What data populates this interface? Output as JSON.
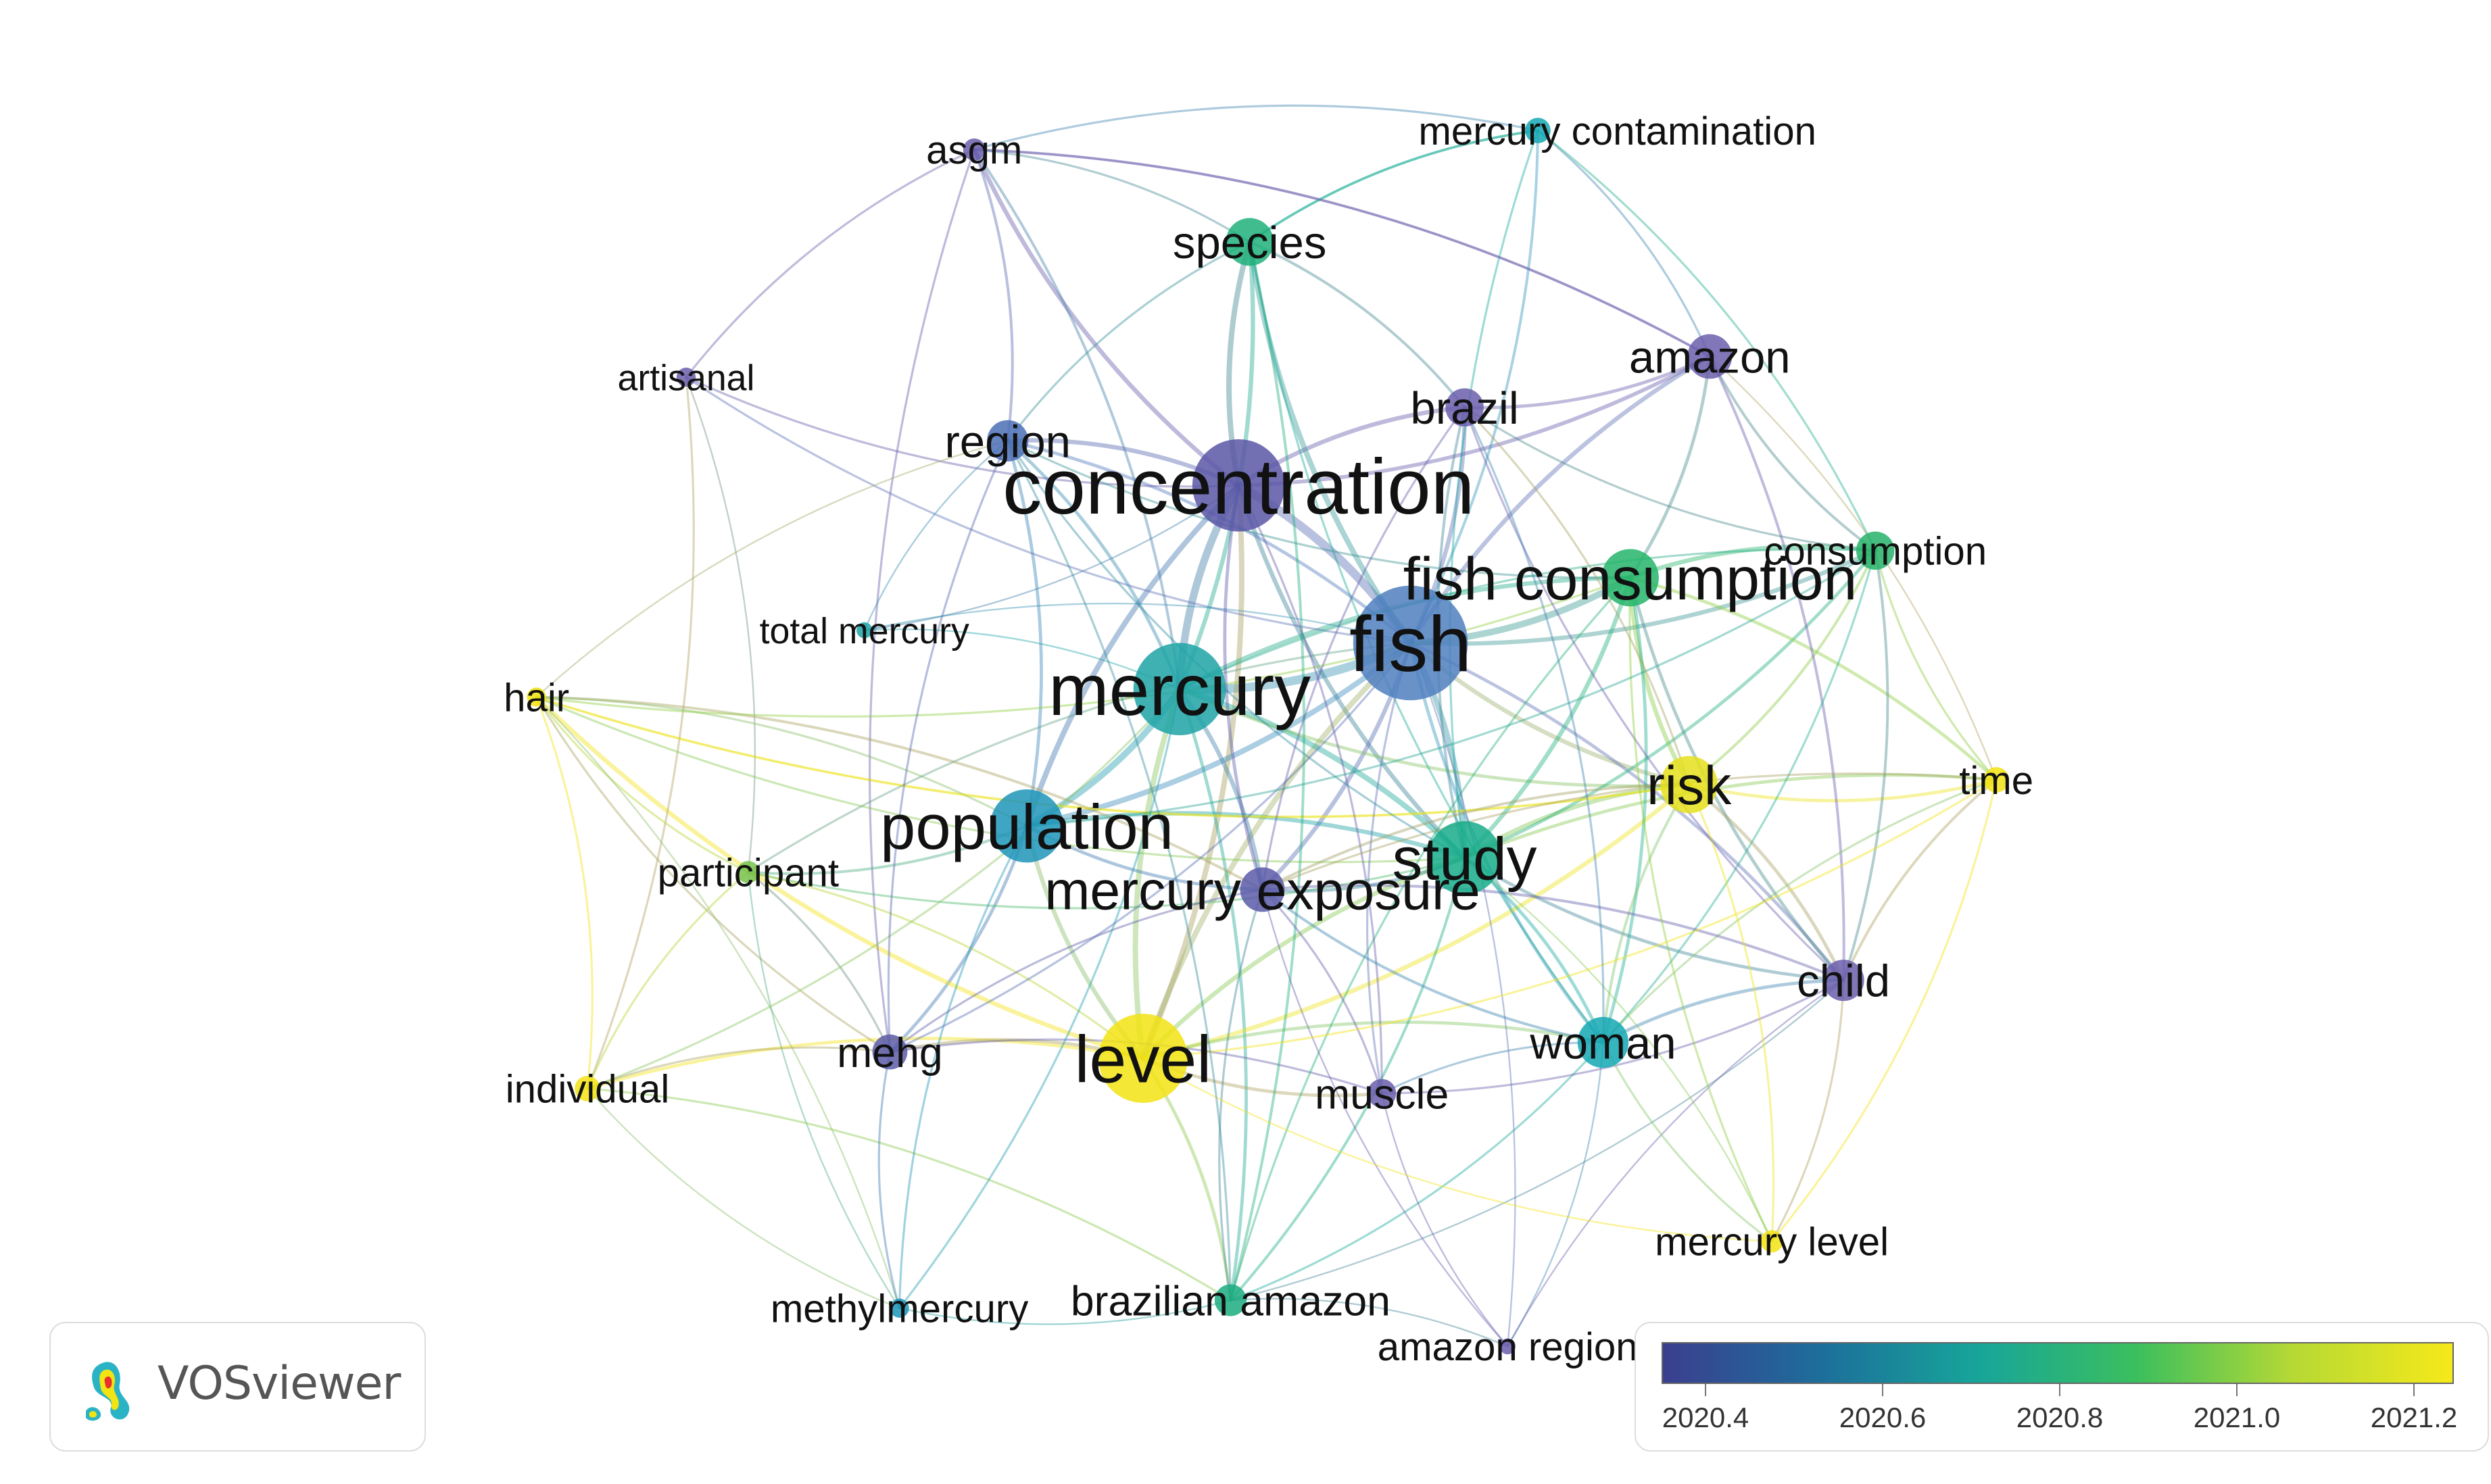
{
  "nodes": [
    {
      "id": "concentration",
      "label": "concentration",
      "color": "#5b56a6"
    },
    {
      "id": "fish",
      "label": "fish",
      "color": "#4f7fbe"
    },
    {
      "id": "mercury",
      "label": "mercury",
      "color": "#1ea3a6"
    },
    {
      "id": "population",
      "label": "population",
      "color": "#1e94b8"
    },
    {
      "id": "level",
      "label": "level",
      "color": "#f2e313"
    },
    {
      "id": "study",
      "label": "study",
      "color": "#16ab8a"
    },
    {
      "id": "fish_consumption",
      "label": "fish consumption",
      "color": "#25b56a"
    },
    {
      "id": "risk",
      "label": "risk",
      "color": "#e6e01c"
    },
    {
      "id": "mercury_exposure",
      "label": "mercury exposure",
      "color": "#5a5aa8"
    },
    {
      "id": "species",
      "label": "species",
      "color": "#1fb07a"
    },
    {
      "id": "region",
      "label": "region",
      "color": "#4a6fb5"
    },
    {
      "id": "brazil",
      "label": "brazil",
      "color": "#6a5eab"
    },
    {
      "id": "amazon",
      "label": "amazon",
      "color": "#6a5eab"
    },
    {
      "id": "consumption",
      "label": "consumption",
      "color": "#27b36a"
    },
    {
      "id": "time",
      "label": "time",
      "color": "#f2e313"
    },
    {
      "id": "child",
      "label": "child",
      "color": "#6a5eab"
    },
    {
      "id": "woman",
      "label": "woman",
      "color": "#14a8b4"
    },
    {
      "id": "muscle",
      "label": "muscle",
      "color": "#6a5eab"
    },
    {
      "id": "mehg",
      "label": "mehg",
      "color": "#5a5aa8"
    },
    {
      "id": "brazilian_amazon",
      "label": "brazilian amazon",
      "color": "#1cab80"
    },
    {
      "id": "participant",
      "label": "participant",
      "color": "#78c24a"
    },
    {
      "id": "hair",
      "label": "hair",
      "color": "#f2e313"
    },
    {
      "id": "individual",
      "label": "individual",
      "color": "#f2e313"
    },
    {
      "id": "methylmercury",
      "label": "methylmercury",
      "color": "#1e94b8"
    },
    {
      "id": "amazon_region",
      "label": "amazon region",
      "color": "#6a5eab"
    },
    {
      "id": "mercury_level",
      "label": "mercury level",
      "color": "#f2e313"
    },
    {
      "id": "total_mercury",
      "label": "total mercury",
      "color": "#1ea3a6"
    },
    {
      "id": "artisanal",
      "label": "artisanal",
      "color": "#6a5eab"
    },
    {
      "id": "asgm",
      "label": "asgm",
      "color": "#6a5eab"
    },
    {
      "id": "mercury_contamination",
      "label": "mercury contamination",
      "color": "#14a8b4"
    }
  ],
  "legend": {
    "ticks": [
      "2020.4",
      "2020.6",
      "2020.8",
      "2021.0",
      "2021.2"
    ],
    "gradient": [
      "#3b3f8f",
      "#1d6e9b",
      "#17a59a",
      "#3bbf5e",
      "#b7d934",
      "#f5e91a"
    ]
  },
  "logo": {
    "text": "VOSviewer"
  }
}
